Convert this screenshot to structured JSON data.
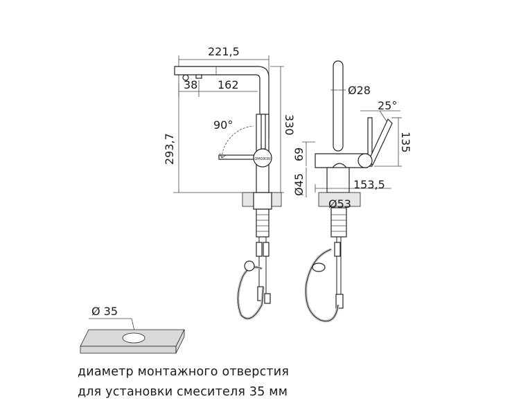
{
  "dimensions": {
    "spout_reach": "221,5",
    "aerator_offset": "38",
    "spout_length": "162",
    "total_height": "330",
    "spout_height": "293,7",
    "lever_rotation": "90°",
    "spout_diameter": "Ø28",
    "lever_tilt": "25°",
    "lever_length": "135",
    "handle_height": "69",
    "base_diameter": "Ø45",
    "base_reach": "153,5",
    "thread_diameter": "Ø53",
    "hole_diameter": "Ø 35"
  },
  "logo_text": "OMOIKIRI",
  "caption": {
    "line1": "диаметр монтажного отверстия",
    "line2": "для установки смесителя 35 мм"
  },
  "colors": {
    "line": "#222222",
    "hose": "#c8c8c8",
    "countertop": "#d9d9d9"
  }
}
